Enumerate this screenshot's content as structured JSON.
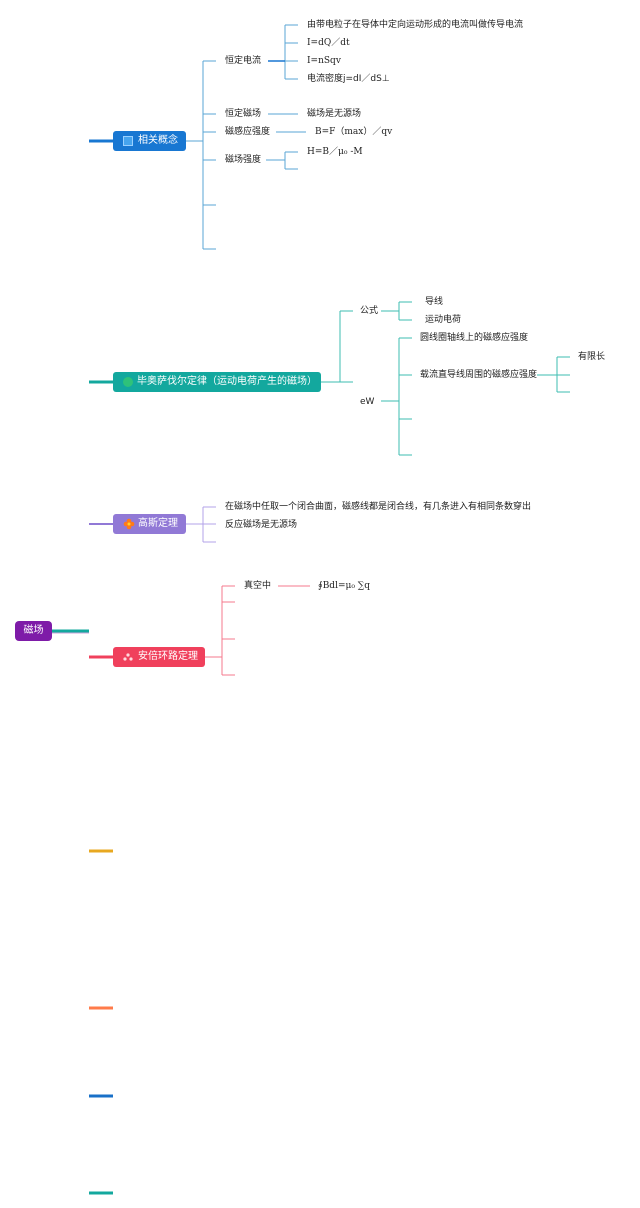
{
  "root": {
    "label": "磁场",
    "color": "#7e1ba8"
  },
  "branches": [
    {
      "label": "相关概念",
      "color": "#1877d2",
      "icon": "square-icon",
      "items": [
        {
          "label": "恒定电流",
          "children": [
            "由带电粒子在导体中定向运动形成的电流叫做传导电流",
            "I=dQ／dt",
            "I=nSqv",
            "电流密度j=dI／dS⊥"
          ]
        },
        {
          "label": "恒定磁场",
          "children": [
            "磁场是无源场"
          ]
        },
        {
          "label": "磁感应强度",
          "children": [
            "B=F（max）／qv"
          ]
        },
        {
          "label": "磁场强度",
          "children": [
            "H=B／μ₀ -M"
          ]
        }
      ]
    },
    {
      "label": "毕奥萨伐尔定律（运动电荷产生的磁场）",
      "color": "#13a89e",
      "icon": "green-icon",
      "items": [
        {
          "label": "公式",
          "children": [
            "导线",
            "运动电荷"
          ]
        },
        {
          "label": "eW",
          "children": [
            "圆线圈轴线上的磁感应强度",
            "载流直导线周围的磁感应强度"
          ],
          "grandchildren": [
            "有限长"
          ]
        }
      ]
    },
    {
      "label": "高斯定理",
      "color": "#9179d6",
      "icon": "orange-flower-icon",
      "items": [
        {
          "label": "在磁场中任取一个闭合曲面，磁感线都是闭合线，有几条进入有相同条数穿出"
        },
        {
          "label": "反应磁场是无源场"
        }
      ]
    },
    {
      "label": "安倍环路定理",
      "color": "#f0405c",
      "icon": "red-dots-icon",
      "items": [
        {
          "label": "真空中",
          "children": [
            "∮Bdl=μ₀ ∑q"
          ]
        }
      ]
    }
  ],
  "empty_branch_colors": [
    "#e8a820",
    "#ff7b4a",
    "#1870c8",
    "#13a89e"
  ]
}
